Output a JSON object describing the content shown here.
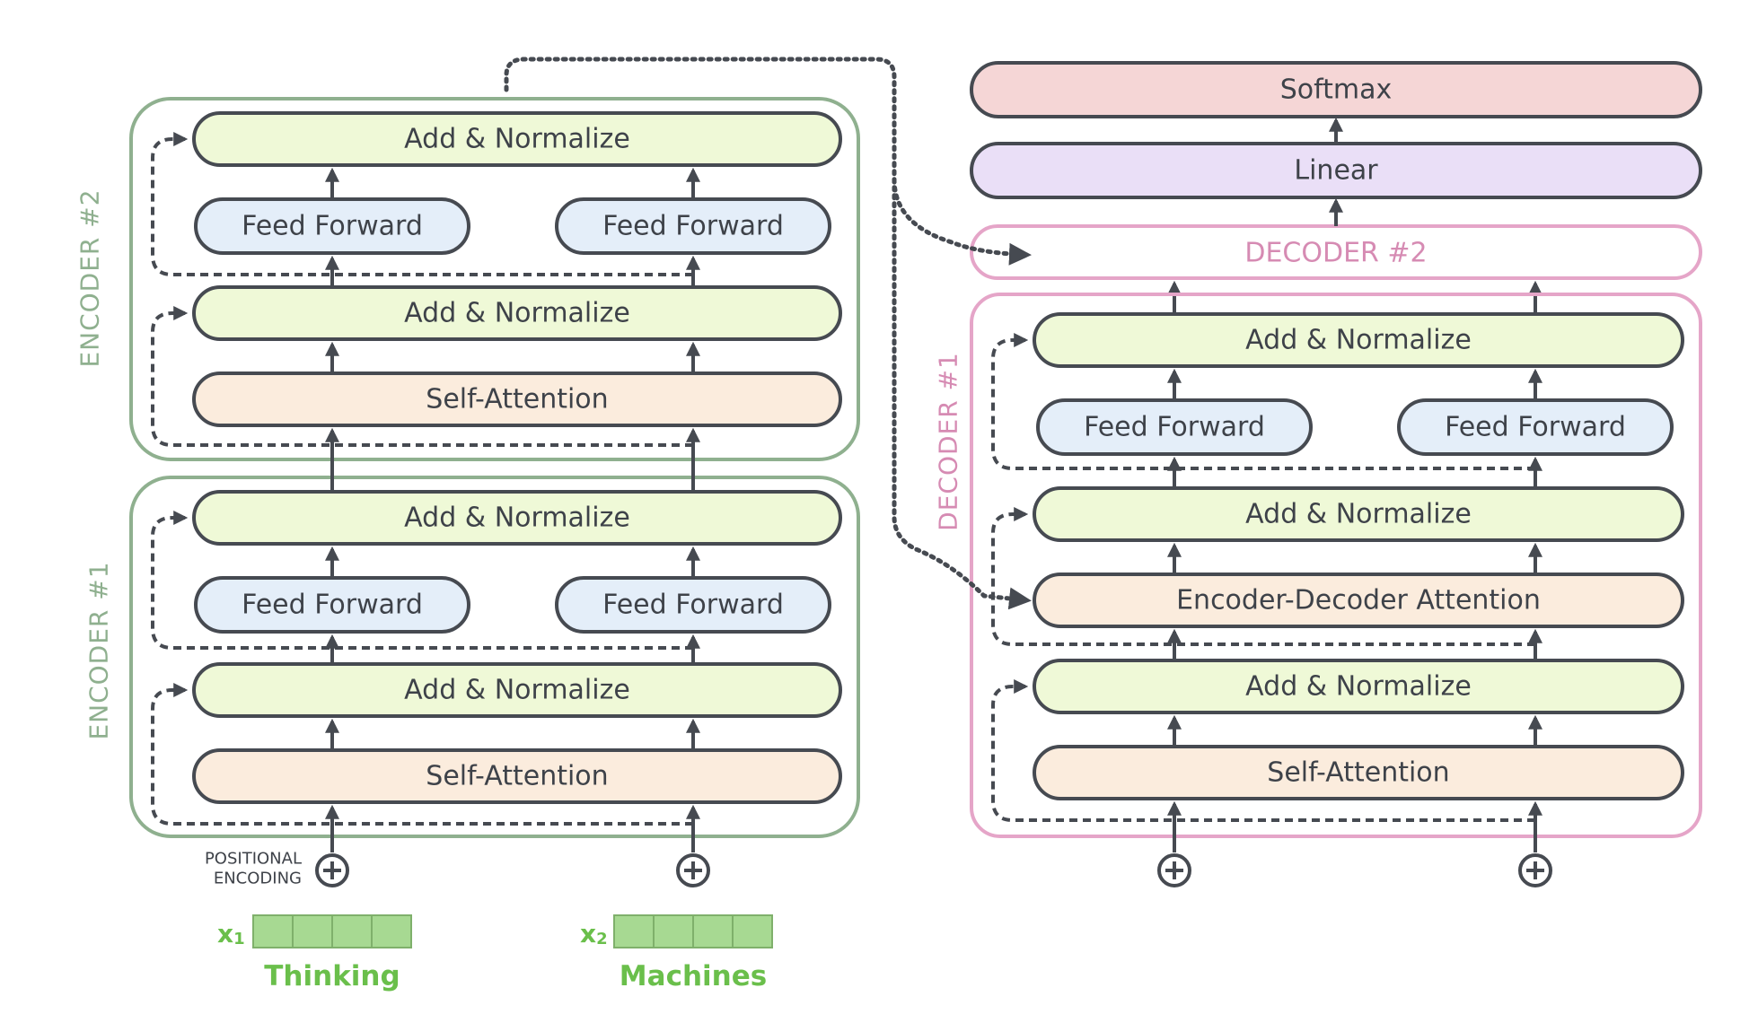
{
  "encoder2": {
    "title": "ENCODER #2",
    "add_norm_top": "Add & Normalize",
    "ffn_left": "Feed Forward",
    "ffn_right": "Feed Forward",
    "add_norm_bottom": "Add & Normalize",
    "self_attention": "Self-Attention"
  },
  "encoder1": {
    "title": "ENCODER #1",
    "add_norm_top": "Add & Normalize",
    "ffn_left": "Feed Forward",
    "ffn_right": "Feed Forward",
    "add_norm_bottom": "Add & Normalize",
    "self_attention": "Self-Attention"
  },
  "positional_encoding": [
    "POSITIONAL",
    "ENCODING"
  ],
  "inputs": [
    {
      "symbol": "x",
      "subscript": "1",
      "word": "Thinking"
    },
    {
      "symbol": "x",
      "subscript": "2",
      "word": "Machines"
    }
  ],
  "decoder_stack": {
    "softmax": "Softmax",
    "linear": "Linear",
    "decoder2_title": "DECODER #2"
  },
  "decoder1": {
    "title": "DECODER #1",
    "add_norm_top": "Add & Normalize",
    "ffn_left": "Feed Forward",
    "ffn_right": "Feed Forward",
    "add_norm_mid": "Add & Normalize",
    "enc_dec_attention": "Encoder-Decoder Attention",
    "add_norm_bottom": "Add & Normalize",
    "self_attention": "Self-Attention"
  },
  "colors": {
    "encoder_border": "#8fb08f",
    "decoder_border": "#e5a5c8",
    "add_norm_fill": "#eff9d7",
    "ffn_fill": "#e4eef9",
    "attention_fill": "#fbecdd",
    "softmax_fill": "#f5d6d6",
    "linear_fill": "#eadff7",
    "box_stroke": "#464a51",
    "input_cells": "#a7d992",
    "green_text": "#6abf4b"
  }
}
